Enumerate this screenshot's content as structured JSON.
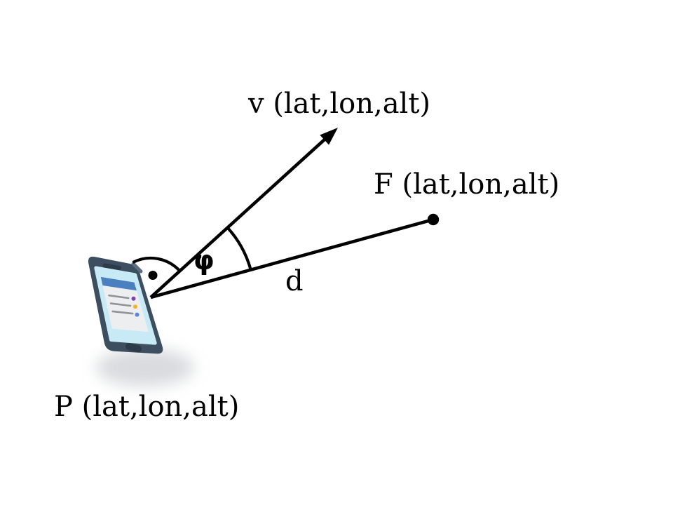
{
  "diagram": {
    "type": "geometry-illustration",
    "background": "#ffffff",
    "labels": {
      "vector_v": "v (lat,lon,alt)",
      "point_f": "F (lat,lon,alt)",
      "point_p": "P (lat,lon,alt)",
      "distance_d": "d",
      "angle_phi": "φ"
    },
    "icons": [
      "smartphone-icon",
      "arrowhead-icon"
    ],
    "colors": {
      "line": "#000000",
      "phone_body": "#3d4e61",
      "phone_bevel": "#5b6e80",
      "phone_screen": "#c8e9f6",
      "phone_panel": "#eceef0",
      "phone_header": "#4a7fc0",
      "phone_slot": "#2c3a4a",
      "list_line": "#8e9499",
      "dot_purple": "#7b42ad",
      "dot_yellow": "#f1b32e",
      "dot_blue": "#5c83ea",
      "shadow": "#b9bdc2"
    }
  }
}
